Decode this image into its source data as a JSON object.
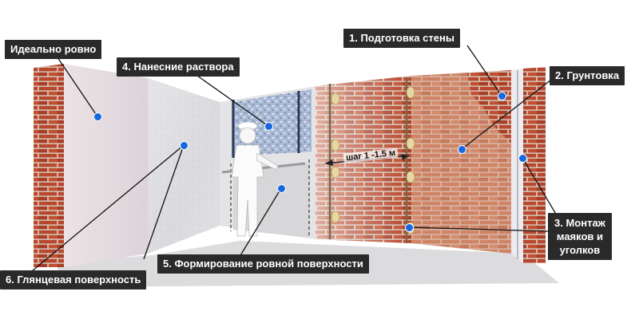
{
  "labels": {
    "ideal": "Идеально ровно",
    "step1": "1. Подготовка стены",
    "step2": "2. Грунтовка",
    "step3": "3. Монтаж\nмаяков и\nуголков",
    "step4": "4. Нанесние раствора",
    "step5": "5. Формирование ровной поверхности",
    "step6": "6. Глянцевая поверхность",
    "spacing": "шаг 1 -1.5 м"
  },
  "colors": {
    "label_bg": "#2a2a2a",
    "label_text": "#ffffff",
    "marker": "#1668e0",
    "brick": "#b34a30",
    "mortar": "#d9d2c6",
    "plaster_light": "#eceaec",
    "primer_wall": "#c57a60"
  }
}
